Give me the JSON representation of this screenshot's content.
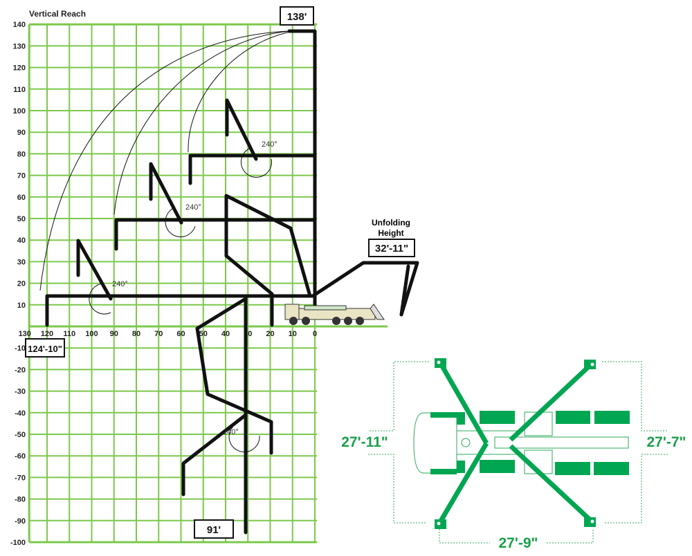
{
  "title": "Vertical Reach",
  "colors": {
    "grid": "#7cc84a",
    "boom": "#111111",
    "outrigger": "#00a651"
  },
  "y_ticks": [
    "140",
    "130",
    "120",
    "110",
    "100",
    "90",
    "80",
    "70",
    "60",
    "50",
    "40",
    "30",
    "20",
    "10",
    "-10",
    "-20",
    "-30",
    "-40",
    "-50",
    "-60",
    "-70",
    "-80",
    "-90",
    "-100"
  ],
  "x_ticks": [
    "130",
    "120",
    "110",
    "100",
    "90",
    "80",
    "70",
    "60",
    "50",
    "40",
    "30",
    "20",
    "10",
    "0"
  ],
  "labels": {
    "max_vertical": "138'",
    "max_horizontal": "124'-10\"",
    "max_depth": "91'",
    "unfolding_line1": "Unfolding",
    "unfolding_line2": "Height",
    "unfolding_value": "32'-11\"",
    "slew_angle": "240°"
  },
  "outriggers": {
    "front_spread": "27'-11\"",
    "rear_spread": "27'-7\"",
    "side_spread": "27'-9\""
  }
}
